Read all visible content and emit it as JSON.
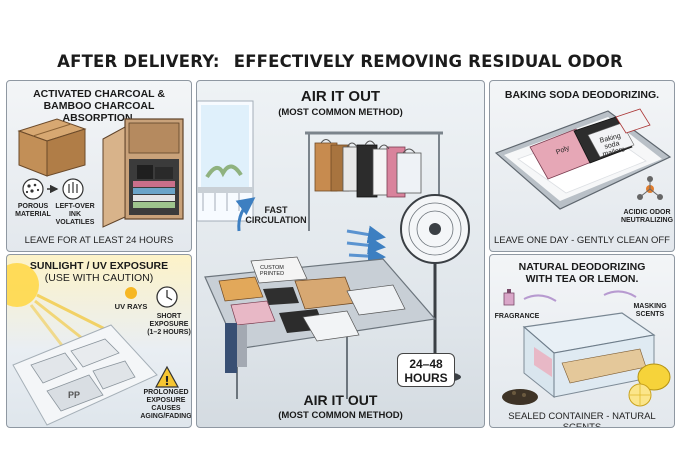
{
  "header": {
    "title_left": "AFTER DELIVERY:",
    "title_right": "EFFECTIVELY REMOVING RESIDUAL ODOR"
  },
  "charcoal": {
    "title_line1": "ACTIVATED CHARCOAL &",
    "title_line2": "BAMBOO CHARCOAL ABSORPTION.",
    "porous_line1": "POROUS",
    "porous_line2": "MATERIAL",
    "ink_line1": "LEFT-OVER",
    "ink_line2": "INK VOLATILES",
    "caption": "LEAVE FOR AT LEAST 24 HOURS"
  },
  "sunlight": {
    "title_line1": "SUNLIGHT / UV EXPOSURE",
    "title_line2": "(USE WITH CAUTION)",
    "uv_label": "UV RAYS",
    "short_line1": "SHORT",
    "short_line2": "EXPOSURE",
    "short_line3": "(1–2 HOURS)",
    "prolonged_line1": "PROLONGED",
    "prolonged_line2": "EXPOSURE",
    "prolonged_line3": "CAUSES",
    "prolonged_line4": "AGING/FADING",
    "bag_label": "PP"
  },
  "airout": {
    "title": "AIR IT OUT",
    "subtitle": "(MOST COMMON METHOD)",
    "fast_line1": "FAST",
    "fast_line2": "CIRCULATION",
    "bag_custom_line1": "CUSTOM",
    "bag_custom_line2": "PRINTED",
    "hours_line1": "24–48",
    "hours_line2": "HOURS",
    "bottom_title": "AIR IT OUT",
    "bottom_subtitle": "(MOST COMMON METHOD)"
  },
  "baking": {
    "title": "BAKING SODA DEODORIZING.",
    "bag_line1": "Baking",
    "bag_line2": "soda",
    "bag_line3": "mailers",
    "bag_pink": "Poly",
    "acidic_line1": "ACIDIC ODOR",
    "acidic_line2": "NEUTRALIZING",
    "caption": "LEAVE ONE DAY - GENTLY CLEAN OFF"
  },
  "tea": {
    "title_line1": "NATURAL DEODORIZING",
    "title_line2": "WITH TEA OR LEMON.",
    "fragrance": "FRAGRANCE",
    "masking_line1": "MASKING",
    "masking_line2": "SCENTS",
    "caption": "SEALED CONTAINER - NATURAL SCENTS"
  }
}
